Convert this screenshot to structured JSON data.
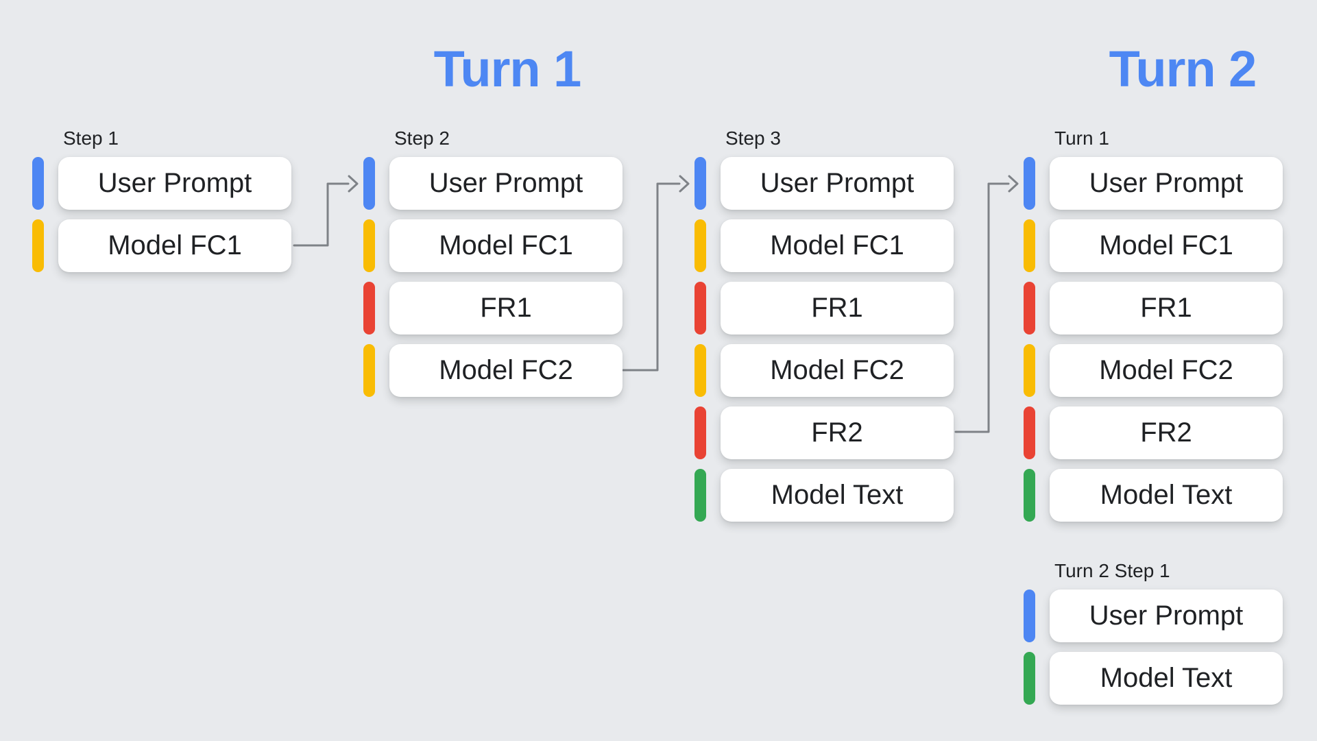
{
  "diagram": {
    "turn1_title": "Turn 1",
    "turn2_title": "Turn 2",
    "colors": {
      "background": "#e8eaed",
      "title_blue": "#4d87f3",
      "arrow_gray": "#7e8287",
      "user_prompt": "#4d86f3",
      "model_fc": "#f9bc04",
      "function_response": "#e94334",
      "model_text": "#34a853",
      "node_text": "#1f2124"
    },
    "columns": [
      {
        "label": "Step 1",
        "items": [
          {
            "kind": "user_prompt",
            "text": "User Prompt"
          },
          {
            "kind": "model_fc",
            "text": "Model FC1"
          }
        ]
      },
      {
        "label": "Step 2",
        "items": [
          {
            "kind": "user_prompt",
            "text": "User Prompt"
          },
          {
            "kind": "model_fc",
            "text": "Model FC1"
          },
          {
            "kind": "function_response",
            "text": "FR1"
          },
          {
            "kind": "model_fc",
            "text": "Model FC2"
          }
        ]
      },
      {
        "label": "Step 3",
        "items": [
          {
            "kind": "user_prompt",
            "text": "User Prompt"
          },
          {
            "kind": "model_fc",
            "text": "Model FC1"
          },
          {
            "kind": "function_response",
            "text": "FR1"
          },
          {
            "kind": "model_fc",
            "text": "Model FC2"
          },
          {
            "kind": "function_response",
            "text": "FR2"
          },
          {
            "kind": "model_text",
            "text": "Model Text"
          }
        ]
      },
      {
        "label": "Turn 1",
        "items": [
          {
            "kind": "user_prompt",
            "text": "User Prompt"
          },
          {
            "kind": "model_fc",
            "text": "Model FC1"
          },
          {
            "kind": "function_response",
            "text": "FR1"
          },
          {
            "kind": "model_fc",
            "text": "Model FC2"
          },
          {
            "kind": "function_response",
            "text": "FR2"
          },
          {
            "kind": "model_text",
            "text": "Model Text"
          }
        ]
      },
      {
        "label": "Turn 2 Step 1",
        "items": [
          {
            "kind": "user_prompt",
            "text": "User Prompt"
          },
          {
            "kind": "model_text",
            "text": "Model Text"
          }
        ]
      }
    ],
    "connections": [
      {
        "from": "Step 1 / Model FC1",
        "to": "Step 2 / User Prompt"
      },
      {
        "from": "Step 2 / Model FC2",
        "to": "Step 3 / User Prompt"
      },
      {
        "from": "Step 3 / FR2",
        "to": "Turn 1 / User Prompt"
      }
    ]
  }
}
